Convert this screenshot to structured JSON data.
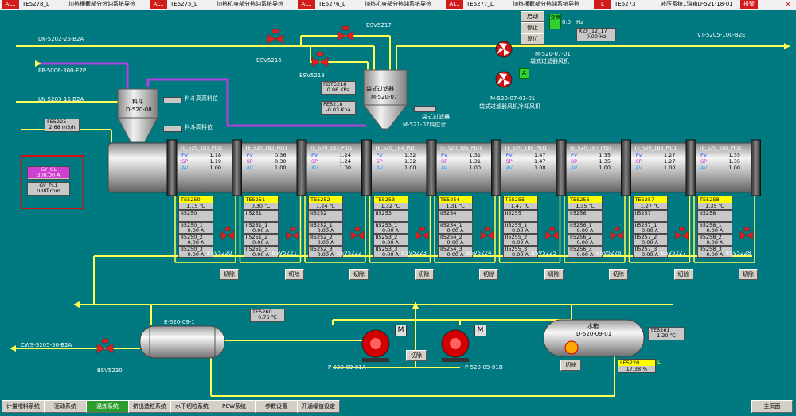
{
  "header": {
    "alarm_tag": "AL1",
    "items": [
      {
        "tag": "AL1",
        "label": "TE5278_L",
        "desc": "加热横截部分热油系统导热"
      },
      {
        "tag": "AL1",
        "label": "TE5275_L",
        "desc": "加热机身部分热油系统导热"
      },
      {
        "tag": "AL1",
        "label": "TE5276_L",
        "desc": "加热机身部分热油系统导热"
      },
      {
        "tag": "AL1",
        "label": "TE5277_L",
        "desc": "加热横截部分热油系统导热"
      },
      {
        "tag": "L",
        "label": "TE5273",
        "desc": "液压系统1油箱D-521-18-01"
      },
      {
        "tag": "",
        "label": "",
        "desc": "报警"
      }
    ],
    "close_glyph": "✕"
  },
  "controls": {
    "start": "启动",
    "stop": "停止",
    "reset": "复位",
    "green_badge": "变频",
    "freq_value": "0.0",
    "freq_unit": "Hz",
    "xzf_tag": "XZF_12_17",
    "xzf_value": "0.00 Hz"
  },
  "lines": {
    "ln5202": "LN-5202-25-B2A",
    "vt5205": "VT-5205-100-B2E",
    "pp5006": "PP-5006-300-E2P",
    "ln5203": "LN-5203-15-B2A",
    "cws5205": "CWS-5205-50-B2A"
  },
  "valves": {
    "bsv5216": "BSV5216",
    "bsv5217": "BSV5217",
    "bsv5218": "BSV5218",
    "bsv5230": "BSV5230"
  },
  "hopper": {
    "name": "料斗",
    "id": "D-520-08",
    "high_high": "料斗高高料位",
    "high": "料斗高料位"
  },
  "filter": {
    "name": "袋式过滤器",
    "id": "M-520-07",
    "level_name": "袋式过滤器",
    "level_id": "M-521-07料位计",
    "pdt_tag": "PDT5218",
    "pdt_value": "0.06 KPa",
    "pe_tag": "PE5218",
    "pe_value": "-0.03 Kpa"
  },
  "fans": {
    "fan1_id": "M-520-07-01",
    "fan1_name": "袋式过滤器风机",
    "fan2_id": "M-520-07-01-01",
    "fan2_name": "袋式过滤器风机冷却风机",
    "fan2_badge": "A"
  },
  "fe": {
    "tag": "FE5225",
    "value": "2.68 m3/h"
  },
  "gy": {
    "tag1": "GY_CL",
    "val1": "300.00 A",
    "tag2": "GY_PL1",
    "val2": "0.00 rpm"
  },
  "zones": [
    {
      "pid": "TE_520_1B1_PID1",
      "pv": "1.18",
      "sp": "1.19",
      "av": "1.00",
      "te": "TE5250",
      "te_val": "1.15 ℃",
      "ii": "5250",
      "i1": "0.00 A",
      "i2": "0.00 A",
      "i3": "0.00 A",
      "esv": "ESV5220",
      "cut": "切除"
    },
    {
      "pid": "TE_520_1B2_PID1",
      "pv": "0.36",
      "sp": "0.30",
      "av": "1.00",
      "te": "TE5251",
      "te_val": "0.30 ℃",
      "ii": "5251",
      "i1": "0.00 A",
      "i2": "0.00 A",
      "i3": "0.00 A",
      "esv": "ESV5221",
      "cut": "切除"
    },
    {
      "pid": "TE_520_1B3_PID1",
      "pv": "1.24",
      "sp": "1.24",
      "av": "1.00",
      "te": "TE5252",
      "te_val": "1.24 ℃",
      "ii": "5252",
      "i1": "0.00 A",
      "i2": "0.00 A",
      "i3": "0.00 A",
      "esv": "ESV5222",
      "cut": "切除"
    },
    {
      "pid": "TE_520_1B4_PID1",
      "pv": "1.32",
      "sp": "1.32",
      "av": "1.00",
      "te": "TE5253",
      "te_val": "1.32 ℃",
      "ii": "5253",
      "i1": "0.00 A",
      "i2": "0.00 A",
      "i3": "0.00 A",
      "esv": "ESV5223",
      "cut": "切除"
    },
    {
      "pid": "TE_520_1B5_PID1",
      "pv": "1.31",
      "sp": "1.31",
      "av": "1.00",
      "te": "TE5254",
      "te_val": "1.31 ℃",
      "ii": "5254",
      "i1": "0.00 A",
      "i2": "0.00 A",
      "i3": "0.00 A",
      "esv": "ESV5224",
      "cut": "切除"
    },
    {
      "pid": "TE_520_1B6_PID1",
      "pv": "1.47",
      "sp": "1.47",
      "av": "1.00",
      "te": "TE5255",
      "te_val": "1.47 ℃",
      "ii": "5255",
      "i1": "0.00 A",
      "i2": "0.00 A",
      "i3": "0.00 A",
      "esv": "ESV5225",
      "cut": "切除"
    },
    {
      "pid": "TE_520_1B7_PID1",
      "pv": "1.35",
      "sp": "1.35",
      "av": "1.00",
      "te": "TE5256",
      "te_val": "1.35 ℃",
      "ii": "5256",
      "i1": "0.00 A",
      "i2": "0.00 A",
      "i3": "0.00 A",
      "esv": "ESV5226",
      "cut": "切除"
    },
    {
      "pid": "TE_520_1B8_PID1",
      "pv": "1.27",
      "sp": "1.27",
      "av": "1.00",
      "te": "TE5257",
      "te_val": "1.27 ℃",
      "ii": "5257",
      "i1": "0.00 A",
      "i2": "0.00 A",
      "i3": "0.00 A",
      "esv": "ESV5227",
      "cut": "切除"
    },
    {
      "pid": "TE_520_1B9_PID1",
      "pv": "1.35",
      "sp": "1.35",
      "av": "1.00",
      "te": "TE5258",
      "te_val": "1.35 ℃",
      "ii": "5258",
      "i1": "0.00 A",
      "i2": "0.00 A",
      "i3": "0.00 A",
      "esv": "ESV5228",
      "cut": "切除"
    }
  ],
  "zone_labels": {
    "pv": "PV",
    "sp": "SP",
    "av": "AV"
  },
  "hx": {
    "id": "E-520-09-1",
    "te_tag": "TE5260",
    "te_val": "0.76 ℃"
  },
  "pumps": {
    "a_id": "P-520-09-01A",
    "b_id": "P-520-09-01B",
    "m_label": "M",
    "cut": "切除"
  },
  "tank": {
    "name": "水箱",
    "id": "D-520-09-01",
    "te_tag": "TE5261",
    "te_val": "1.20 ℃",
    "le_tag": "LE5220",
    "le_val": "17.38 %",
    "le_flag": "L",
    "cut": "切除"
  },
  "tabs": [
    {
      "label": "计量喂料系统",
      "active": false
    },
    {
      "label": "驱动系统",
      "active": false
    },
    {
      "label": "混炼系统",
      "active": true
    },
    {
      "label": "挤出造粒系统",
      "active": false
    },
    {
      "label": "水下切粒系统",
      "active": false
    },
    {
      "label": "PCW系统",
      "active": false
    },
    {
      "label": "参数设置",
      "active": false
    },
    {
      "label": "开通幅值设定",
      "active": false
    }
  ],
  "main_btn": "主页面",
  "colors": {
    "bg": "#007a80",
    "pipe_yellow": "#ffff55",
    "pipe_purple": "#b040e0",
    "valve_red": "#e02020",
    "tag_yellow": "#ffff00"
  }
}
